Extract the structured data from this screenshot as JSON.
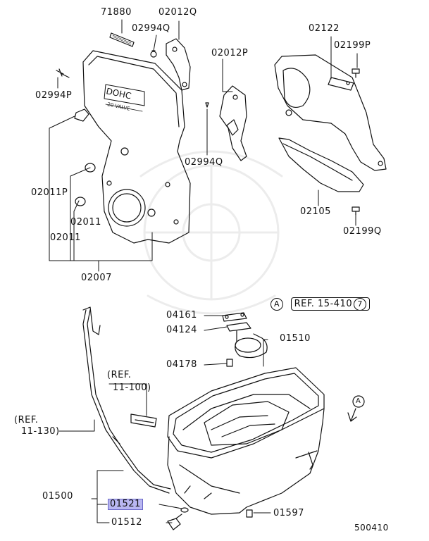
{
  "diagram": {
    "doc_number": "500410",
    "ref_tag": "REF. 15-410",
    "ref_circle": "7",
    "marker": "A",
    "engine_cover_text_1": "DOHC",
    "engine_cover_text_2": "20 VALVE",
    "parts": {
      "p71880": "71880",
      "p02012Q": "02012Q",
      "p02994Q_top": "02994Q",
      "p02994P": "02994P",
      "p02012P": "02012P",
      "p02122": "02122",
      "p02199P": "02199P",
      "p02994Q_mid": "02994Q",
      "p02011P": "02011P",
      "p02011_a": "02011",
      "p02011_b": "02011",
      "p02007": "02007",
      "p02105": "02105",
      "p02199Q": "02199Q",
      "p04161": "04161",
      "p04124": "04124",
      "p04178": "04178",
      "p01510": "01510",
      "ref_11_100_a": "(REF.",
      "ref_11_100_b": "11-100)",
      "ref_11_130_a": "(REF.",
      "ref_11_130_b": "11-130)",
      "p01500": "01500",
      "p01521": "01521",
      "p01512": "01512",
      "p01597": "01597"
    }
  }
}
